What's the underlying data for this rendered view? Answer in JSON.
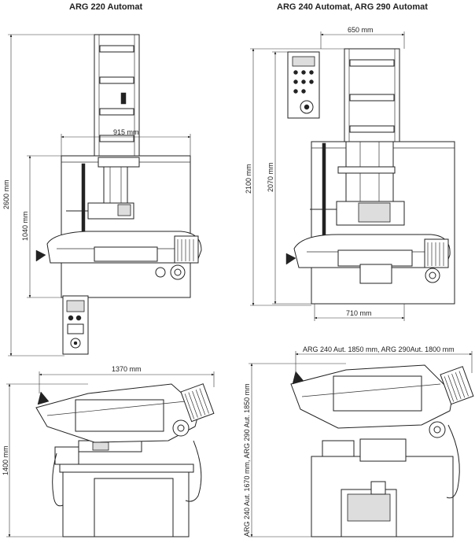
{
  "titles": {
    "left": "ARG 220 Automat",
    "right": "ARG 240 Automat, ARG 290 Automat"
  },
  "dims": {
    "d915": "915 mm",
    "d2600": "2600 mm",
    "d1040": "1040 mm",
    "d650": "650 mm",
    "d2100": "2100 mm",
    "d2070": "2070 mm",
    "d710": "710 mm",
    "d1370": "1370 mm",
    "d1400": "1400 mm",
    "dTopWidth": "ARG 240 Aut. 1850 mm, ARG 290Aut. 1800 mm",
    "dSideHeight": "ARG 240 Aut. 1670 mm, ARG 290 Aut. 1850 mm"
  }
}
